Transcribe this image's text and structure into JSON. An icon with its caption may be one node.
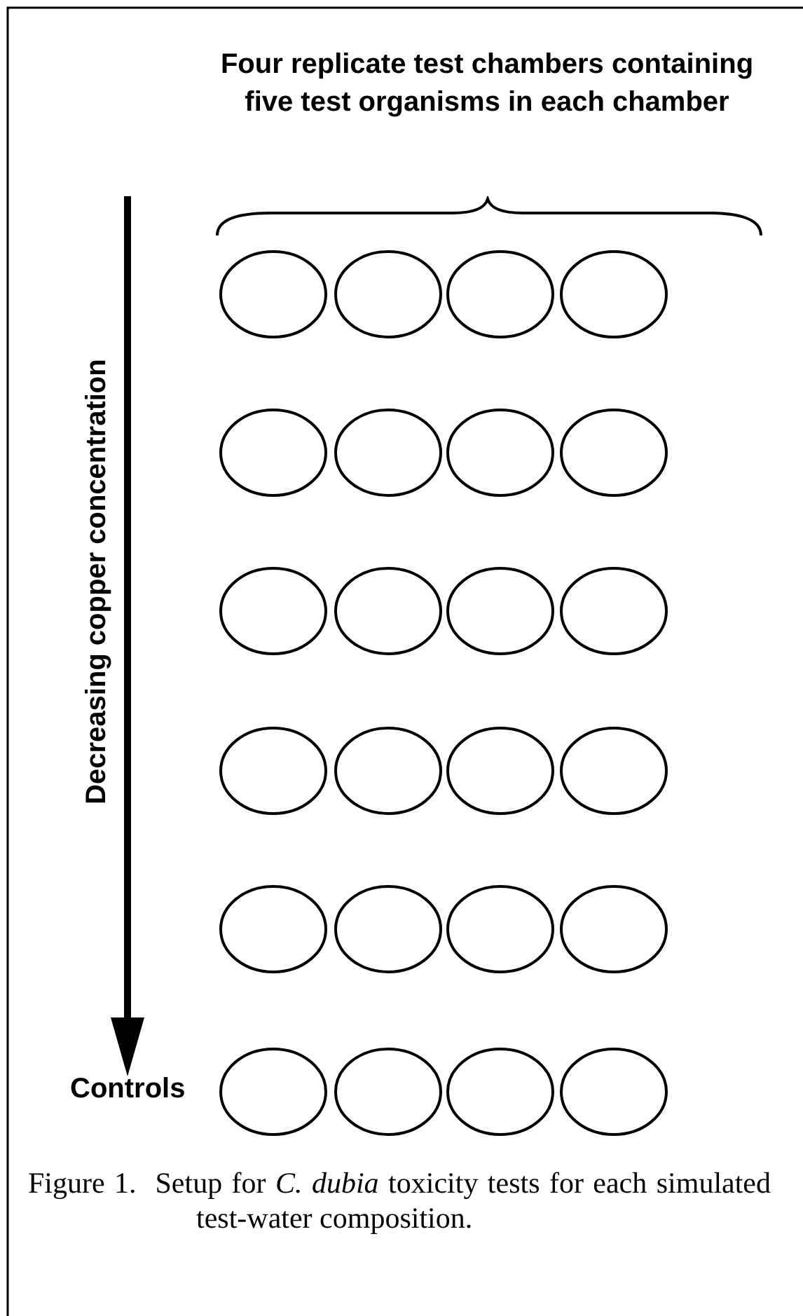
{
  "diagram": {
    "caption": "Figure 1.  Setup for *C. dubia* toxicity tests for each simulated test-water composition.",
    "nodes": [
      {
        "text": [],
        "shape": "circle"
      },
      {
        "text": [],
        "shape": "circle"
      },
      {
        "text": [],
        "shape": "circle"
      },
      {
        "text": [],
        "shape": "circle"
      },
      {
        "text": [],
        "shape": "circle"
      },
      {
        "text": [],
        "shape": "circle"
      },
      {
        "text": [],
        "shape": "circle"
      },
      {
        "text": [],
        "shape": "circle"
      },
      {
        "text": [],
        "shape": "circle"
      },
      {
        "text": [],
        "shape": "circle"
      },
      {
        "text": [],
        "shape": "circle"
      },
      {
        "text": [],
        "shape": "circle"
      },
      {
        "text": [],
        "shape": "circle"
      },
      {
        "text": [],
        "shape": "circle"
      },
      {
        "text": [],
        "shape": "circle"
      },
      {
        "text": [],
        "shape": "circle"
      },
      {
        "text": [],
        "shape": "circle"
      },
      {
        "text": [],
        "shape": "circle"
      },
      {
        "text": [],
        "shape": "circle"
      },
      {
        "text": [],
        "shape": "circle"
      },
      {
        "text": [],
        "shape": "circle"
      },
      {
        "text": [],
        "shape": "circle"
      },
      {
        "text": [],
        "shape": "circle"
      },
      {
        "text": [],
        "shape": "circle"
      }
    ],
    "labels": [
      "Four replicate test chambers containing five test organisms in each chamber",
      "Decreasing copper concentration",
      "Controls"
    ]
  }
}
